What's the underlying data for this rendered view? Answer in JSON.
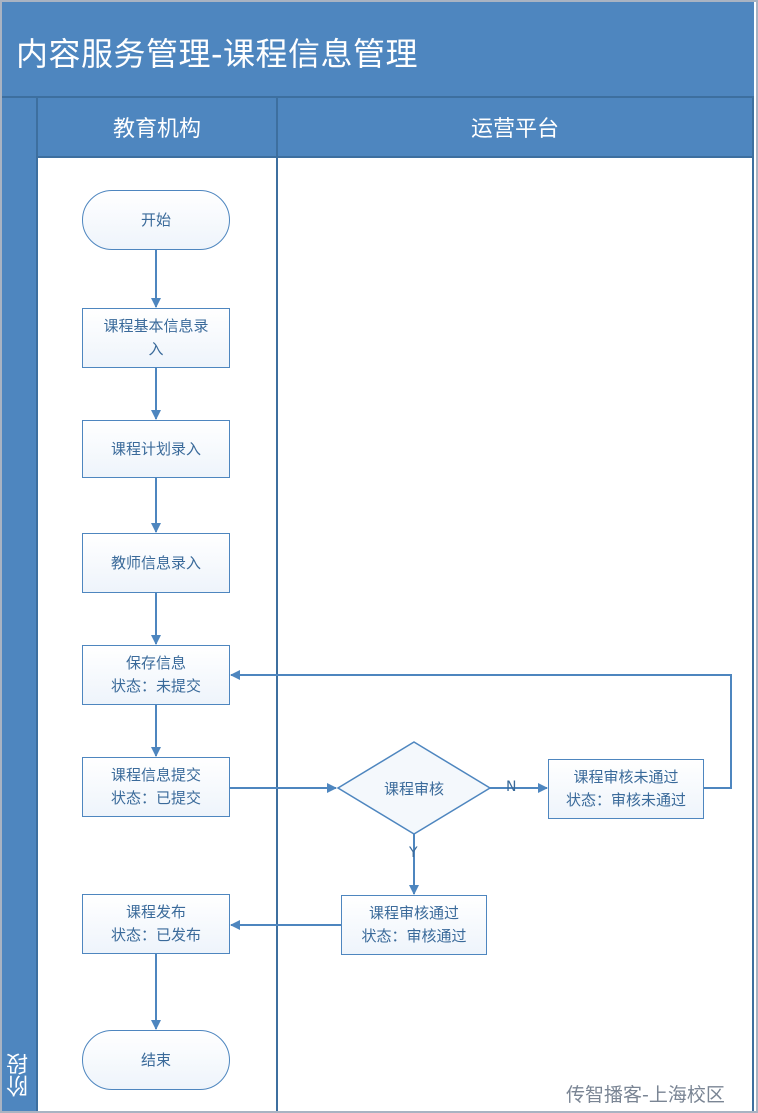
{
  "title": "内容服务管理-课程信息管理",
  "phase_label": "阶段",
  "lanes": [
    "教育机构",
    "运营平台"
  ],
  "nodes": {
    "start": "开始",
    "basic_info_lines": [
      "课程基本信息录",
      "入"
    ],
    "plan": "课程计划录入",
    "teacher": "教师信息录入",
    "save_lines": [
      "保存信息",
      "状态：未提交"
    ],
    "submit_lines": [
      "课程信息提交",
      "状态：已提交"
    ],
    "review": "课程审核",
    "reject_lines": [
      "课程审核未通过",
      "状态：审核未通过"
    ],
    "pass_lines": [
      "课程审核通过",
      "状态：审核通过"
    ],
    "publish_lines": [
      "课程发布",
      "状态：已发布"
    ],
    "end": "结束"
  },
  "edge_labels": {
    "no": "N",
    "yes": "Y"
  },
  "watermark": "传智播客-上海校区",
  "colors": {
    "header": "#4e86bf",
    "line": "#4e86bf",
    "text": "#3a6a9a"
  }
}
